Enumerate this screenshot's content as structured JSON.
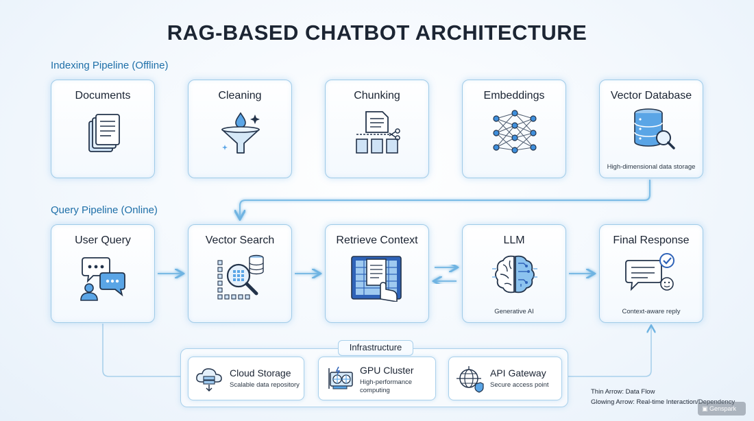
{
  "title": "RAG-BASED CHATBOT ARCHITECTURE",
  "indexing": {
    "label": "Indexing Pipeline (Offline)",
    "steps": [
      {
        "title": "Documents",
        "icon": "documents-icon",
        "subtitle": ""
      },
      {
        "title": "Cleaning",
        "icon": "funnel-icon",
        "subtitle": ""
      },
      {
        "title": "Chunking",
        "icon": "chunking-scissors-icon",
        "subtitle": ""
      },
      {
        "title": "Embeddings",
        "icon": "neural-network-icon",
        "subtitle": ""
      },
      {
        "title": "Vector Database",
        "icon": "database-search-icon",
        "subtitle": "High-dimensional data storage"
      }
    ]
  },
  "query": {
    "label": "Query Pipeline (Online)",
    "steps": [
      {
        "title": "User Query",
        "icon": "chat-user-icon",
        "subtitle": ""
      },
      {
        "title": "Vector Search",
        "icon": "vector-search-icon",
        "subtitle": ""
      },
      {
        "title": "Retrieve Context",
        "icon": "retrieve-document-icon",
        "subtitle": ""
      },
      {
        "title": "LLM",
        "icon": "brain-circuit-icon",
        "subtitle": "Generative AI"
      },
      {
        "title": "Final Response",
        "icon": "response-check-icon",
        "subtitle": "Context-aware reply"
      }
    ]
  },
  "infrastructure": {
    "label": "Infrastructure",
    "items": [
      {
        "title": "Cloud Storage",
        "subtitle": "Scalable data repository",
        "icon": "cloud-storage-icon"
      },
      {
        "title": "GPU Cluster",
        "subtitle": "High-performance computing",
        "icon": "gpu-card-icon"
      },
      {
        "title": "API Gateway",
        "subtitle": "Secure access point",
        "icon": "globe-shield-icon"
      }
    ]
  },
  "legend": {
    "thin": "Thin Arrow: Data Flow",
    "glowing": "Glowing Arrow: Real-time Interaction/Dependency"
  },
  "watermark": "Genspark",
  "colors": {
    "accent": "#2f7fd0",
    "border": "#9fcbe8",
    "arrow": "#6fb4e2",
    "section_label": "#1e6fa8"
  }
}
